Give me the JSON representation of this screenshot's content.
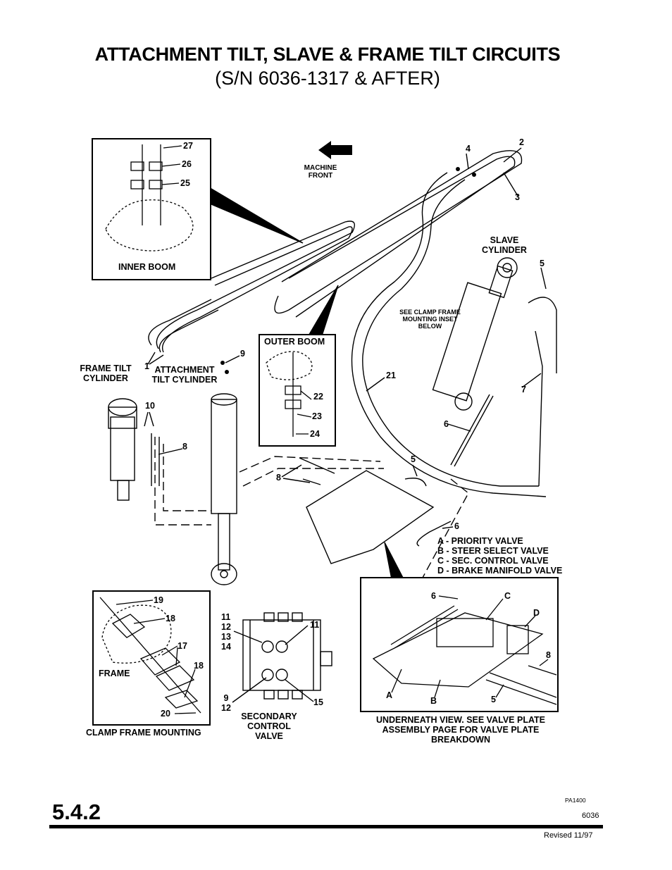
{
  "title": "ATTACHMENT TILT, SLAVE & FRAME TILT CIRCUITS",
  "subtitle": "(S/N 6036-1317 & AFTER)",
  "labels": {
    "inner_boom": "INNER BOOM",
    "outer_boom": "OUTER BOOM",
    "machine_front": "MACHINE FRONT",
    "slave_cylinder": "SLAVE CYLINDER",
    "see_clamp": "SEE CLAMP FRAME MOUNTING INSET BELOW",
    "frame_tilt_cylinder": "FRAME TILT CYLINDER",
    "attachment_tilt_cylinder": "ATTACHMENT TILT CYLINDER",
    "frame": "FRAME",
    "clamp_frame_mounting": "CLAMP FRAME MOUNTING",
    "secondary_control_valve": "SECONDARY CONTROL VALVE",
    "underneath_view": "UNDERNEATH VIEW. SEE VALVE PLATE ASSEMBLY PAGE FOR VALVE PLATE BREAKDOWN",
    "legend": [
      "A - PRIORITY VALVE",
      "B - STEER SELECT VALVE",
      "C - SEC. CONTROL VALVE",
      "D - BRAKE MANIFOLD VALVE"
    ]
  },
  "callouts": {
    "n27": "27",
    "n26": "26",
    "n25": "25",
    "n2": "2",
    "n4": "4",
    "n3": "3",
    "n5a": "5",
    "n5b": "5",
    "n5c": "5",
    "n1": "1",
    "n9a": "9",
    "n10": "10",
    "n8a": "8",
    "n8b": "8",
    "n8c": "8",
    "n21": "21",
    "n7": "7",
    "n6a": "6",
    "n6b": "6",
    "n6c": "6",
    "n22": "22",
    "n23": "23",
    "n24": "24",
    "n19": "19",
    "n18a": "18",
    "n17": "17",
    "n18b": "18",
    "n20": "20",
    "n11a": "11",
    "n12a": "12",
    "n13": "13",
    "n14": "14",
    "n11b": "11",
    "n9b": "9",
    "n12b": "12",
    "n15": "15",
    "A": "A",
    "B": "B",
    "C": "C",
    "D": "D"
  },
  "footer": {
    "section": "5.4.2",
    "code": "PA1400",
    "model": "6036",
    "revised": "Revised 11/97"
  }
}
